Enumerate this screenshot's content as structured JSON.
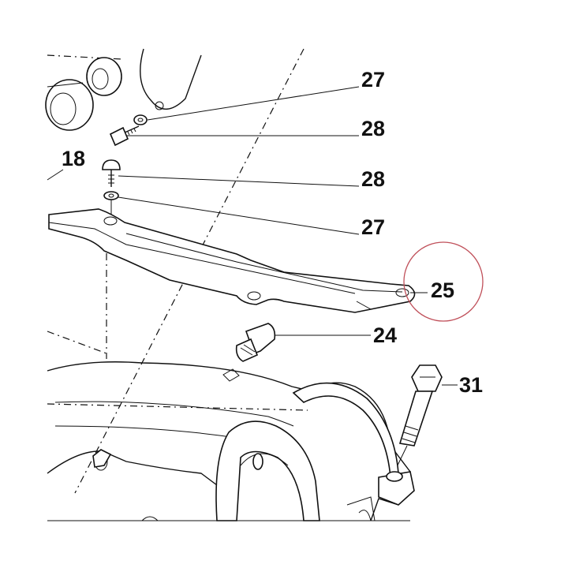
{
  "labels": {
    "l27a": "27",
    "l28a": "28",
    "l18": "18",
    "l28b": "28",
    "l27b": "27",
    "l25": "25",
    "l24": "24",
    "l31": "31"
  },
  "highlight": {
    "part": "25",
    "color": "#c0505a"
  }
}
